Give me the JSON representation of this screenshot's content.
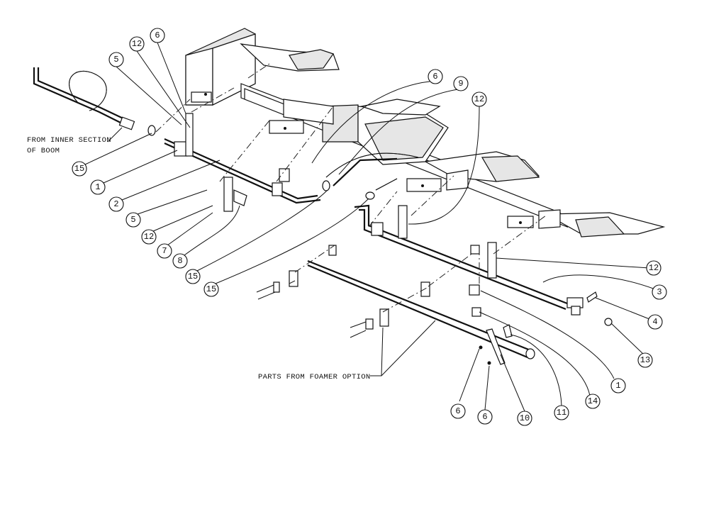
{
  "notes": {
    "inner_section_line1": "FROM INNER SECTION",
    "inner_section_line2": "OF BOOM",
    "foamer": "PARTS FROM FOAMER OPTION"
  },
  "callouts": [
    {
      "id": "c1",
      "label": "6"
    },
    {
      "id": "c2",
      "label": "5"
    },
    {
      "id": "c3",
      "label": "12"
    },
    {
      "id": "c4",
      "label": "6"
    },
    {
      "id": "c5",
      "label": "9"
    },
    {
      "id": "c6",
      "label": "12"
    },
    {
      "id": "c7",
      "label": "15"
    },
    {
      "id": "c8",
      "label": "1"
    },
    {
      "id": "c9",
      "label": "2"
    },
    {
      "id": "c10",
      "label": "5"
    },
    {
      "id": "c11",
      "label": "12"
    },
    {
      "id": "c12",
      "label": "7"
    },
    {
      "id": "c13",
      "label": "8"
    },
    {
      "id": "c14",
      "label": "15"
    },
    {
      "id": "c15",
      "label": "15"
    },
    {
      "id": "c16",
      "label": "12"
    },
    {
      "id": "c17",
      "label": "3"
    },
    {
      "id": "c18",
      "label": "4"
    },
    {
      "id": "c19",
      "label": "13"
    },
    {
      "id": "c20",
      "label": "1"
    },
    {
      "id": "c21",
      "label": "14"
    },
    {
      "id": "c22",
      "label": "11"
    },
    {
      "id": "c23",
      "label": "10"
    },
    {
      "id": "c24",
      "label": "6"
    },
    {
      "id": "c25",
      "label": "6"
    }
  ]
}
